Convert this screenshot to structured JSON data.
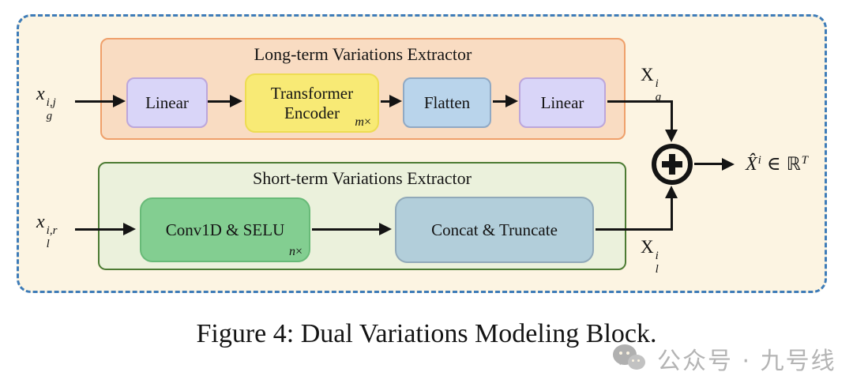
{
  "figure": {
    "caption": "Figure 4: Dual Variations Modeling Block."
  },
  "long_extractor": {
    "title": "Long-term Variations Extractor",
    "linear1_label": "Linear",
    "transformer_line1": "Transformer",
    "transformer_line2": "Encoder",
    "transformer_repeat_var": "m",
    "transformer_repeat_sign": "×",
    "flatten_label": "Flatten",
    "linear2_label": "Linear"
  },
  "short_extractor": {
    "title": "Short-term Variations Extractor",
    "conv_label": "Conv1D & SELU",
    "conv_repeat_var": "n",
    "conv_repeat_sign": "×",
    "concat_label": "Concat & Truncate"
  },
  "math": {
    "input_long": {
      "base": "x",
      "sup": "i,j",
      "sub": "g"
    },
    "input_short": {
      "base": "x",
      "sup": "i,r",
      "sub": "l"
    },
    "output_long": {
      "base": "X",
      "sup": "i",
      "sub": "g"
    },
    "output_short": {
      "base": "X",
      "sup": "i",
      "sub": "l"
    },
    "sum_operator": "circled-plus",
    "final_output": {
      "base": "X̂",
      "sup": "i",
      "relation": "∈",
      "set": "ℝ",
      "set_sup": "T"
    }
  },
  "watermark": {
    "label": "公众号 · 九号线"
  },
  "colors": {
    "panel_background": "#FCF4E2",
    "dashed_border": "#3E7CB8",
    "long_panel_fill": "#F9DCC2",
    "long_panel_border": "#EFA06B",
    "short_panel_fill": "#EBF1DC",
    "short_panel_border": "#4C7B33",
    "linear_fill": "#D9D5F8",
    "linear_border": "#BCA6DB",
    "transformer_fill": "#F8EA75",
    "transformer_border": "#EDDC52",
    "flatten_fill": "#B9D4EB",
    "flatten_border": "#90A9C4",
    "conv_fill": "#83CE91",
    "conv_border": "#68BA78",
    "concat_fill": "#B2CEDA",
    "concat_border": "#91A9B9",
    "arrow": "#141414",
    "watermark_gray": "#b4b4b4"
  }
}
